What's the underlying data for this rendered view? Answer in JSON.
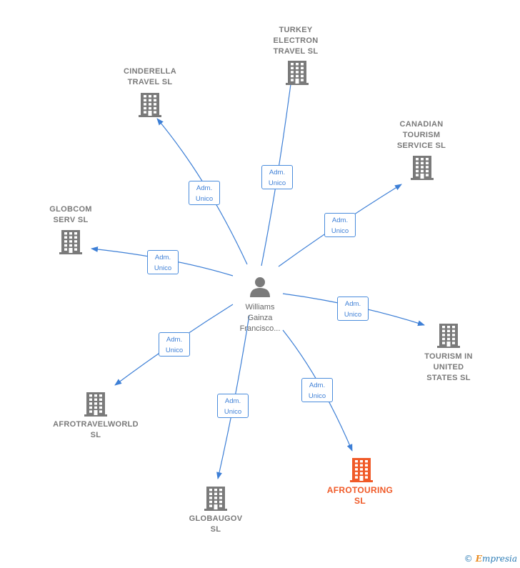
{
  "center": {
    "name": "Williams\nGainza\nFrancisco..."
  },
  "companies": [
    {
      "id": "turkey",
      "name": "TURKEY\nELECTRON\nTRAVEL  SL",
      "highlight": false
    },
    {
      "id": "cinderella",
      "name": "CINDERELLA\nTRAVEL  SL",
      "highlight": false
    },
    {
      "id": "canadian",
      "name": "CANADIAN\nTOURISM\nSERVICE  SL",
      "highlight": false
    },
    {
      "id": "globcom",
      "name": "GLOBCOM\nSERV  SL",
      "highlight": false
    },
    {
      "id": "tourism-us",
      "name": "TOURISM IN\nUNITED\nSTATES  SL",
      "highlight": false
    },
    {
      "id": "afrotravelworld",
      "name": "AFROTRAVELWORLD\nSL",
      "highlight": false
    },
    {
      "id": "globaugov",
      "name": "GLOBAUGOV\nSL",
      "highlight": false
    },
    {
      "id": "afrotouring",
      "name": "AFROTOURING\nSL",
      "highlight": true
    }
  ],
  "edges": [
    {
      "to": "turkey",
      "label": "Adm.\nUnico"
    },
    {
      "to": "cinderella",
      "label": "Adm.\nUnico"
    },
    {
      "to": "canadian",
      "label": "Adm.\nUnico"
    },
    {
      "to": "globcom",
      "label": "Adm.\nUnico"
    },
    {
      "to": "tourism-us",
      "label": "Adm.\nUnico"
    },
    {
      "to": "afrotravelworld",
      "label": "Adm.\nUnico"
    },
    {
      "to": "globaugov",
      "label": "Adm.\nUnico"
    },
    {
      "to": "afrotouring",
      "label": "Adm.\nUnico"
    }
  ],
  "colors": {
    "edge": "#3d7fd6",
    "building": "#7a7a7a",
    "highlight": "#f05a28",
    "person": "#7a7a7a"
  },
  "footer": {
    "copyright": "©",
    "brand_initial": "E",
    "brand_rest": "mpresia"
  }
}
